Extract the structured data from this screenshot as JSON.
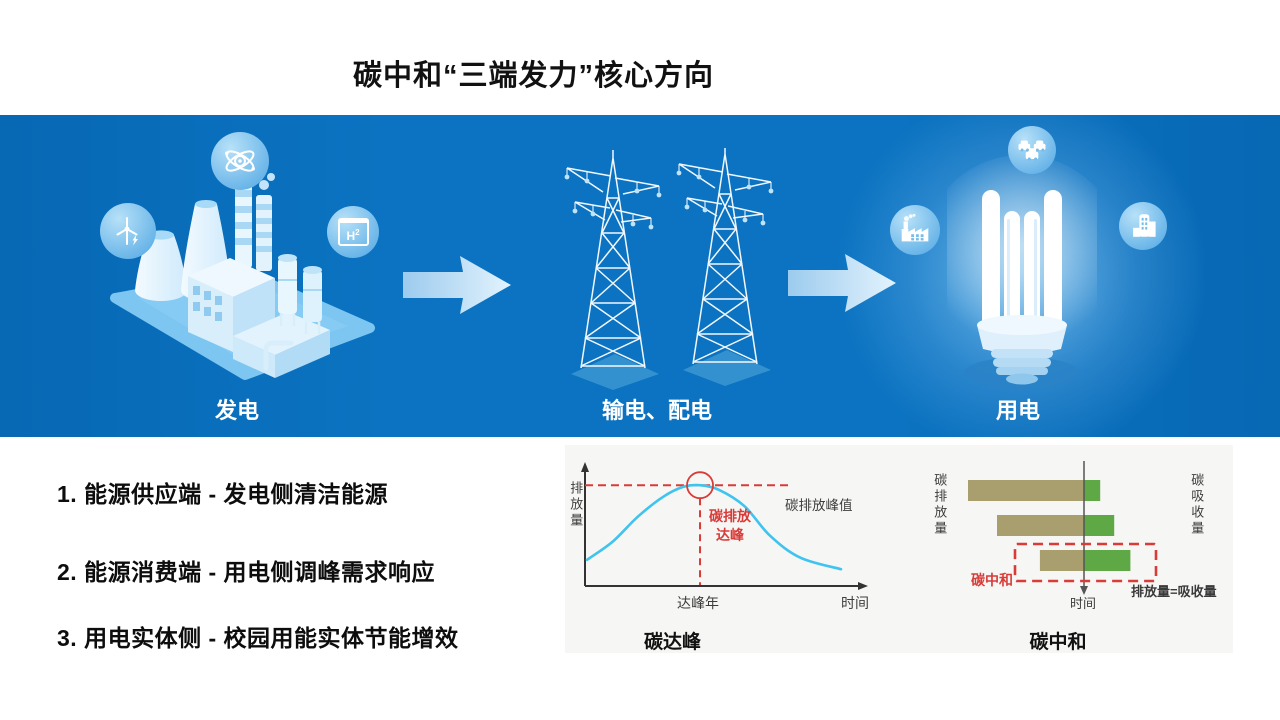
{
  "title": "碳中和“三端发力”核心方向",
  "colors": {
    "banner_blue": "#0b73c1",
    "illustration_light": "#cfeafc",
    "arrow_light": "#d9eefc"
  },
  "banner": {
    "stages": [
      {
        "label": "发电"
      },
      {
        "label": "输电、配电"
      },
      {
        "label": "用电"
      }
    ],
    "hydrogen_icon_text": "H",
    "hydrogen_icon_sup": "2"
  },
  "key_points": [
    "1. 能源供应端 - 发电侧清洁能源",
    "2. 能源消费端 - 用电侧调峰需求响应",
    "3. 用电实体侧 - 校园用能实体节能增效"
  ],
  "chart_data": [
    {
      "type": "line",
      "title": "碳达峰",
      "ylabel": "排放量",
      "xlabel": "时间",
      "line_color": "#3fc3ef",
      "annotation_color": "#d93b38",
      "annotations": {
        "peak_value": "碳排放峰值",
        "peak": "碳排放达峰",
        "peak_year": "达峰年"
      },
      "x_norm": [
        0,
        0.1,
        0.2,
        0.3,
        0.38,
        0.445,
        0.52,
        0.62,
        0.72,
        0.84,
        1.0
      ],
      "y_norm": [
        0.25,
        0.42,
        0.66,
        0.85,
        0.945,
        0.96,
        0.915,
        0.76,
        0.48,
        0.27,
        0.16
      ],
      "peak_index": 5,
      "grid": false
    },
    {
      "type": "paired-bar",
      "title": "碳中和",
      "left_axis_label": "碳排放量",
      "right_axis_label": "碳吸收量",
      "xlabel": "时间",
      "emission_color": "#a89e6e",
      "absorption_color": "#5fa846",
      "highlight_color": "#d93b38",
      "annotations": {
        "neutral": "碳中和",
        "equation": "排放量=吸收量"
      },
      "rows": [
        {
          "emission": 100,
          "absorption": 14
        },
        {
          "emission": 75,
          "absorption": 26
        },
        {
          "emission": 38,
          "absorption": 40
        }
      ]
    }
  ]
}
